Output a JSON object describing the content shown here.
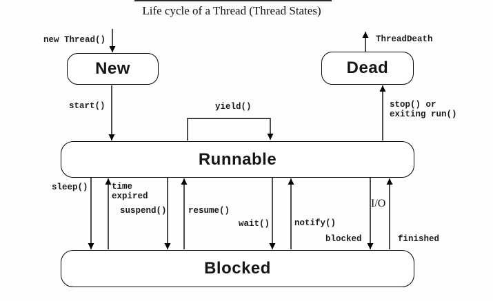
{
  "title": "Life cycle of a Thread (Thread States)",
  "states": {
    "new": "New",
    "dead": "Dead",
    "runnable": "Runnable",
    "blocked": "Blocked"
  },
  "transitions": {
    "new_thread": "new Thread()",
    "thread_death": "ThreadDeath",
    "start": "start()",
    "yield": "yield()",
    "stop": "stop() or\nexiting run()",
    "sleep": "sleep()",
    "time_expired": "time\nexpired",
    "suspend": "suspend()",
    "resume": "resume()",
    "wait": "wait()",
    "notify": "notify()",
    "io": "I/O",
    "blocked": "blocked",
    "finished": "finished"
  },
  "colors": {
    "ink": "#000000",
    "background": "#fefefe"
  }
}
